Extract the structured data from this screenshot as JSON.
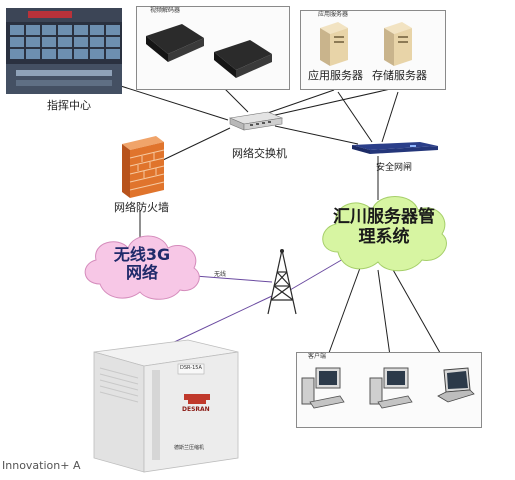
{
  "nodes": {
    "command_center": {
      "label": "指挥中心"
    },
    "video_decoder_group": {
      "label": "视频解码器"
    },
    "server_group": {
      "label": "应用服务器"
    },
    "app_server": {
      "label": "应用服务器"
    },
    "storage_server": {
      "label": "存储服务器"
    },
    "network_switch": {
      "label": "网络交换机"
    },
    "security_gateway": {
      "label": "安全网闸"
    },
    "firewall": {
      "label": "网络防火墙"
    },
    "wireless_network": {
      "label_line1": "无线3G",
      "label_line2": "网络"
    },
    "management_system": {
      "label_line1": "汇川服务器管",
      "label_line2": "理系统"
    },
    "radio_link": {
      "label": "无线"
    },
    "client_group": {
      "label": "客户端"
    },
    "compressor": {
      "model_plate": "DSR-15A",
      "brand": "DESRAN",
      "footer_text": "德斯兰压缩机"
    }
  },
  "watermark": {
    "text": "Innovation+ A"
  },
  "colors": {
    "cloud_pink": "#f7c7e6",
    "cloud_green": "#d7f5a2",
    "line_black": "#202020",
    "line_purple": "#6a4aa0",
    "firewall_orange": "#e0742c"
  }
}
